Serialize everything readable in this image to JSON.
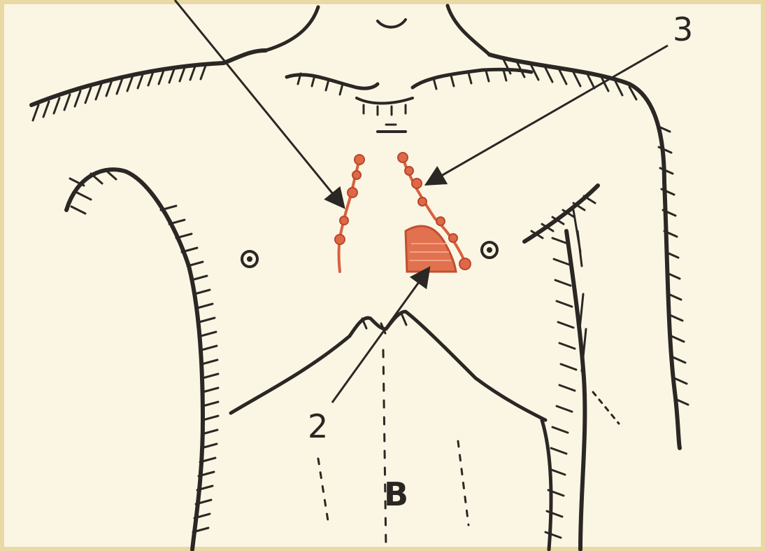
{
  "diagram": {
    "callouts": [
      {
        "id": "2",
        "text": "2"
      },
      {
        "id": "3",
        "text": "3"
      }
    ],
    "umbilicus_marker": "B",
    "colors": {
      "background": "#fbf6e4",
      "border": "#e9d9a4",
      "ink": "#2b2724",
      "highlight_red": "#df6848"
    }
  }
}
